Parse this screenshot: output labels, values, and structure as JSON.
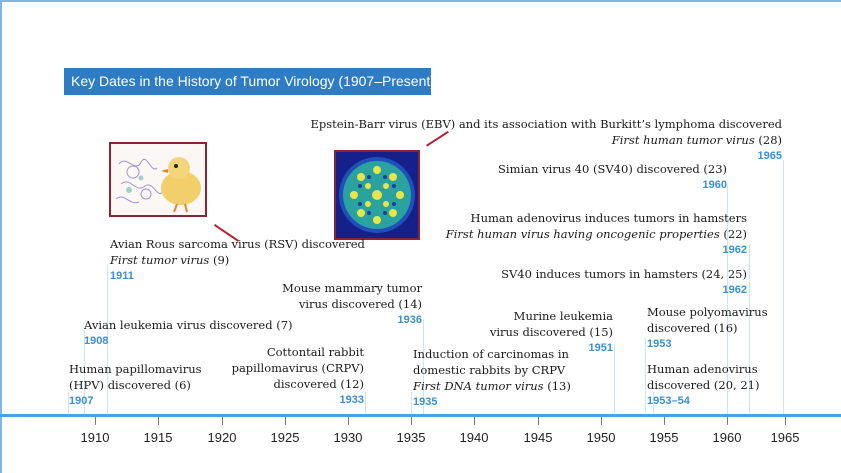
{
  "title": "Key Dates in the History of Tumor Virology (1907–Present)",
  "axis_ticks": [
    "1910",
    "1915",
    "1920",
    "1925",
    "1930",
    "1935",
    "1940",
    "1945",
    "1950",
    "1955",
    "1960",
    "1965"
  ],
  "events": {
    "hpv": {
      "l1": "Human papillomavirus",
      "l2": "(HPV) discovered (6)",
      "year": "1907"
    },
    "alv": {
      "l1": "Avian leukemia virus discovered (7)",
      "year": "1908"
    },
    "rsv": {
      "l1": "Avian Rous sarcoma virus (RSV) discovered",
      "l2": "First tumor virus",
      "l2b": " (9)",
      "year": "1911"
    },
    "crpv": {
      "l1": "Cottontail rabbit",
      "l2": "papillomavirus (CRPV)",
      "l3": "discovered (12)",
      "year": "1933"
    },
    "mmtv": {
      "l1": "Mouse mammary tumor",
      "l2": "virus discovered (14)",
      "year": "1936"
    },
    "carcin": {
      "l1": "Induction of carcinomas in",
      "l2": "domestic rabbits by CRPV",
      "l3": "First DNA tumor virus",
      "l3b": " (13)",
      "year": "1935"
    },
    "mlv": {
      "l1": "Murine leukemia",
      "l2": "virus discovered (15)",
      "year": "1951"
    },
    "polyoma": {
      "l1": "Mouse polyomavirus",
      "l2": "discovered (16)",
      "year": "1953"
    },
    "hadeno": {
      "l1": "Human adenovirus",
      "l2": "discovered (20, 21)",
      "year": "1953–54"
    },
    "sv40tum": {
      "l1": "SV40 induces tumors in hamsters (24, 25)",
      "year": "1962"
    },
    "hadtum": {
      "l1": "Human adenovirus induces tumors in hamsters",
      "l2": "First human virus having oncogenic properties",
      "l2b": " (22)",
      "year": "1962"
    },
    "sv40": {
      "l1": "Simian virus 40 (SV40) discovered (23)",
      "year": "1960"
    },
    "ebv": {
      "l1": "Epstein-Barr virus (EBV) and its association with Burkitt’s lymphoma discovered",
      "l2": "First human tumor virus",
      "l2b": " (28)",
      "year": "1965"
    }
  }
}
